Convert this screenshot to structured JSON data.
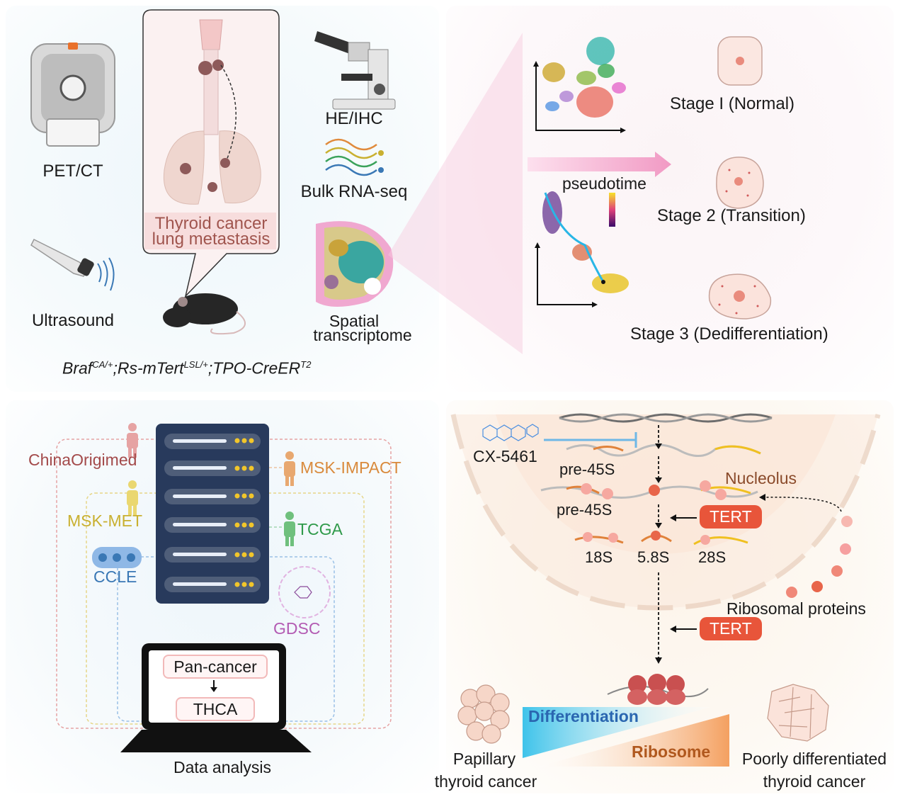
{
  "top_left": {
    "pet_ct": "PET/CT",
    "ultrasound": "Ultrasound",
    "callout": [
      "Thyroid cancer",
      "lung metastasis"
    ],
    "he_ihc": "HE/IHC",
    "bulk_rna": "Bulk RNA-seq",
    "spatial": [
      "Spatial",
      "transcriptome"
    ],
    "genotype": {
      "g1": "Braf",
      "s1": "CA/+",
      "g2": ";Rs-mTert",
      "s2": "LSL/+",
      "g3": ";TPO-CreER",
      "s3": "T2"
    }
  },
  "top_right": {
    "stage1": "Stage I (Normal)",
    "stage2": "Stage 2 (Transition)",
    "stage3": "Stage 3 (Dedifferentiation)",
    "pseudotime": "pseudotime"
  },
  "bottom_left": {
    "databases": {
      "chinaorigimed": "ChinaOrigimed",
      "msk_impact": "MSK-IMPACT",
      "msk_met": "MSK-MET",
      "tcga": "TCGA",
      "ccle": "CCLE",
      "gdsc": "GDSC"
    },
    "pan_cancer": "Pan-cancer",
    "thca": "THCA",
    "data_analysis": "Data analysis"
  },
  "bottom_right": {
    "cx5461": "CX-5461",
    "pre45s_1": "pre-45S",
    "pre45s_2": "pre-45S",
    "nucleolus": "Nucleolus",
    "tert_1": "TERT",
    "tert_2": "TERT",
    "r18s": "18S",
    "r58s": "5.8S",
    "r28s": "28S",
    "ribosomal_proteins": "Ribosomal proteins",
    "differentiation": "Differentiation",
    "ribosome": "Ribosome",
    "ptc": [
      "Papillary",
      "thyroid cancer"
    ],
    "pdtc": [
      "Poorly differentiated",
      "thyroid cancer"
    ]
  },
  "colors": {
    "chinaorigimed": "#a34a4a",
    "msk_impact": "#d98a3c",
    "msk_met": "#c9b030",
    "tcga": "#2f9a4a",
    "ccle": "#3a78b5",
    "gdsc": "#b35bb3",
    "tert": "#e8553a",
    "server": "#283a5c"
  }
}
